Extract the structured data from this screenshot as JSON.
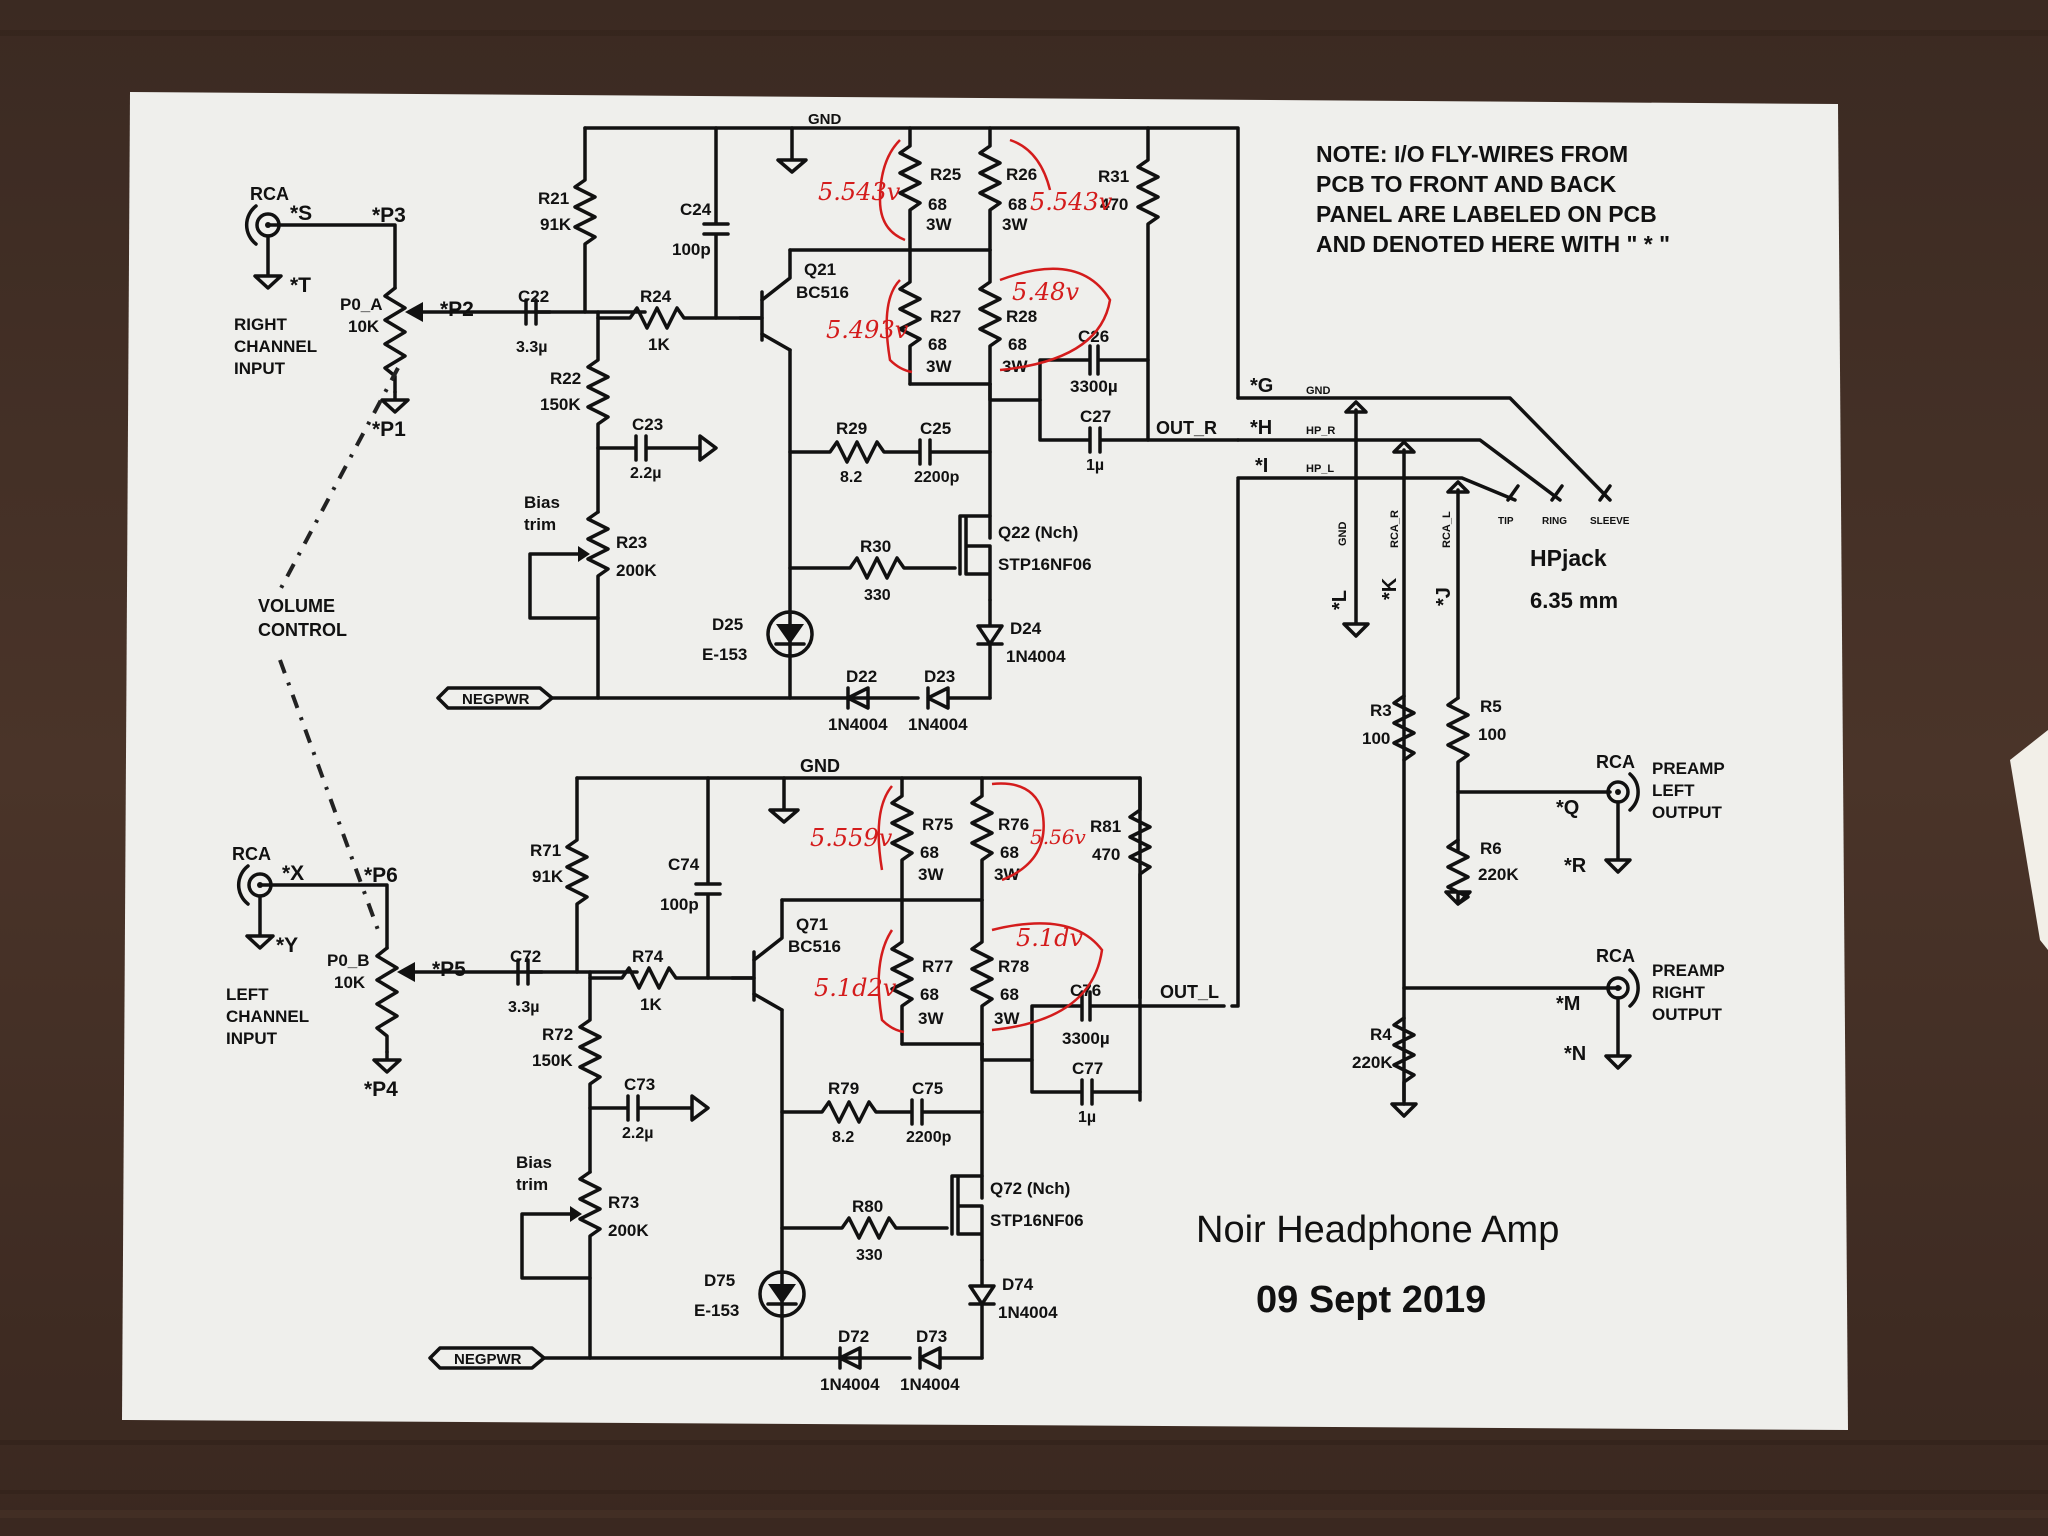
{
  "title": "Noir Headphone Amp",
  "date": "09 Sept 2019",
  "note": [
    "NOTE: I/O FLY-WIRES FROM",
    "PCB TO FRONT AND BACK",
    "PANEL ARE LABELED ON PCB",
    "AND DENOTED HERE WITH \" * \""
  ],
  "volume_control": [
    "VOLUME",
    "CONTROL"
  ],
  "hpjack": {
    "name": "HPjack",
    "size": "6.35 mm",
    "pins": [
      "TIP",
      "RING",
      "SLEEVE"
    ]
  },
  "right_channel": {
    "gnd": "GND",
    "input": {
      "connector": "RCA",
      "s": "*S",
      "t": "*T",
      "p1": "*P1",
      "p2": "*P2",
      "p3": "*P3",
      "pot": "P0_A",
      "pot_val": "10K",
      "label": [
        "RIGHT",
        "CHANNEL",
        "INPUT"
      ]
    },
    "r21": [
      "R21",
      "91K"
    ],
    "r22": [
      "R22",
      "150K"
    ],
    "r23": [
      "R23",
      "200K"
    ],
    "r24": [
      "R24",
      "1K"
    ],
    "r25": [
      "R25",
      "68",
      "3W"
    ],
    "r26": [
      "R26",
      "68",
      "3W"
    ],
    "r27": [
      "R27",
      "68",
      "3W"
    ],
    "r28": [
      "R28",
      "68",
      "3W"
    ],
    "r29": [
      "R29",
      "8.2"
    ],
    "r30": [
      "R30",
      "330"
    ],
    "r31": [
      "R31",
      "470"
    ],
    "c22": [
      "C22",
      "3.3µ"
    ],
    "c23": [
      "C23",
      "2.2µ"
    ],
    "c24": [
      "C24",
      "100p"
    ],
    "c25": [
      "C25",
      "2200p"
    ],
    "c26": [
      "C26",
      "3300µ"
    ],
    "c27": [
      "C27",
      "1µ"
    ],
    "q21": [
      "Q21",
      "BC516"
    ],
    "q22": [
      "Q22 (Nch)",
      "STP16NF06"
    ],
    "d22": [
      "D22",
      "1N4004"
    ],
    "d23": [
      "D23",
      "1N4004"
    ],
    "d24": [
      "D24",
      "1N4004"
    ],
    "d25": [
      "D25",
      "E-153"
    ],
    "bias": [
      "Bias",
      "trim"
    ],
    "negpwr": "NEGPWR",
    "out": "OUT_R",
    "measurements": [
      "5.543v",
      "5.543v",
      "5.48v",
      "5.493v"
    ]
  },
  "left_channel": {
    "gnd": "GND",
    "input": {
      "connector": "RCA",
      "x": "*X",
      "y": "*Y",
      "p4": "*P4",
      "p5": "*P5",
      "p6": "*P6",
      "pot": "P0_B",
      "pot_val": "10K",
      "label": [
        "LEFT",
        "CHANNEL",
        "INPUT"
      ]
    },
    "r71": [
      "R71",
      "91K"
    ],
    "r72": [
      "R72",
      "150K"
    ],
    "r73": [
      "R73",
      "200K"
    ],
    "r74": [
      "R74",
      "1K"
    ],
    "r75": [
      "R75",
      "68",
      "3W"
    ],
    "r76": [
      "R76",
      "68",
      "3W"
    ],
    "r77": [
      "R77",
      "68",
      "3W"
    ],
    "r78": [
      "R78",
      "68",
      "3W"
    ],
    "r79": [
      "R79",
      "8.2"
    ],
    "r80": [
      "R80",
      "330"
    ],
    "r81": [
      "R81",
      "470"
    ],
    "c72": [
      "C72",
      "3.3µ"
    ],
    "c73": [
      "C73",
      "2.2µ"
    ],
    "c74": [
      "C74",
      "100p"
    ],
    "c75": [
      "C75",
      "2200p"
    ],
    "c76": [
      "C76",
      "3300µ"
    ],
    "c77": [
      "C77",
      "1µ"
    ],
    "q71": [
      "Q71",
      "BC516"
    ],
    "q72": [
      "Q72 (Nch)",
      "STP16NF06"
    ],
    "d72": [
      "D72",
      "1N4004"
    ],
    "d73": [
      "D73",
      "1N4004"
    ],
    "d74": [
      "D74",
      "1N4004"
    ],
    "d75": [
      "D75",
      "E-153"
    ],
    "bias": [
      "Bias",
      "trim"
    ],
    "negpwr": "NEGPWR",
    "out": "OUT_L",
    "measurements": [
      "5.559v",
      "5.56v",
      "5.1dv",
      "5.1d2v"
    ]
  },
  "outputs": {
    "nets": {
      "g": "*G",
      "h": "*H",
      "i": "*I",
      "gnd": "GND",
      "hp_r": "HP_R",
      "hp_l": "HP_L"
    },
    "verticals": {
      "l": "*L",
      "k": "*K",
      "j": "*J",
      "gnd": "GND",
      "rca_r": "RCA_R",
      "rca_l": "RCA_L"
    },
    "r3": [
      "R3",
      "100"
    ],
    "r4": [
      "R4",
      "220K"
    ],
    "r5": [
      "R5",
      "100"
    ],
    "r6": [
      "R6",
      "220K"
    ],
    "preamp_left": {
      "connector": "RCA",
      "q": "*Q",
      "r": "*R",
      "label": [
        "PREAMP",
        "LEFT",
        "OUTPUT"
      ]
    },
    "preamp_right": {
      "connector": "RCA",
      "m": "*M",
      "n": "*N",
      "label": [
        "PREAMP",
        "RIGHT",
        "OUTPUT"
      ]
    }
  }
}
